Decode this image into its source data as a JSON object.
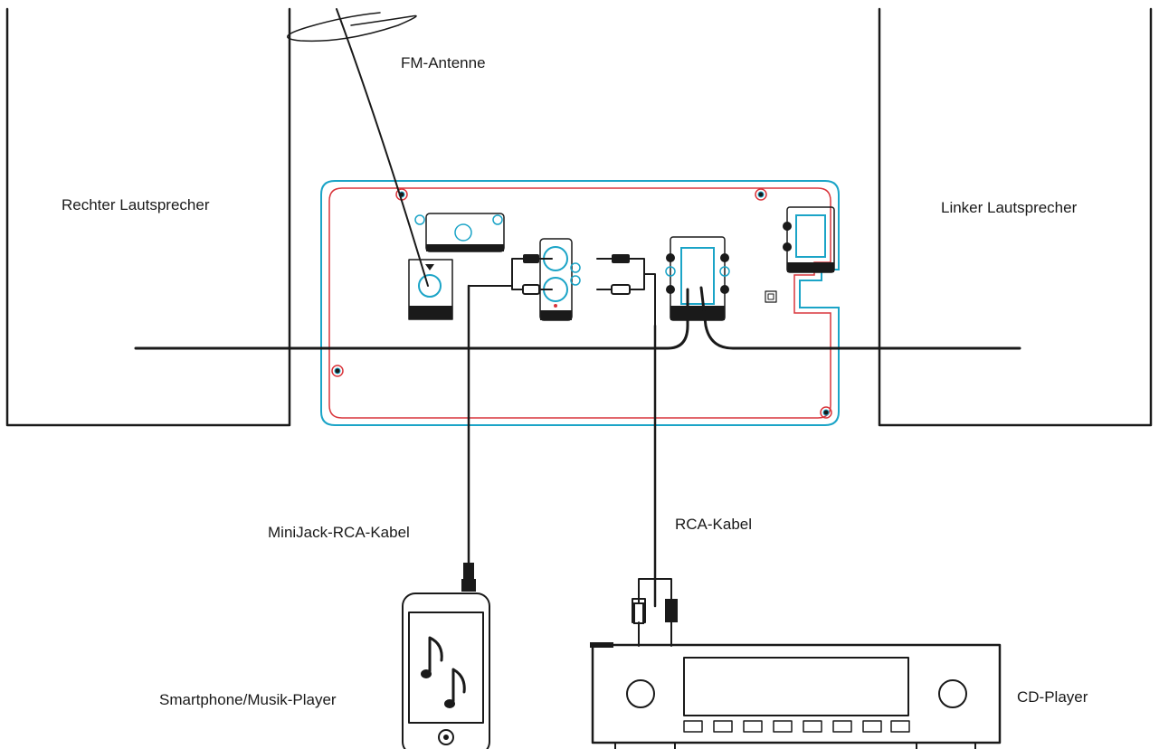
{
  "labels": {
    "fm_antenna": "FM-Antenne",
    "right_speaker": "Rechter Lautsprecher",
    "left_speaker": "Linker Lautsprecher",
    "minijack_cable": "MiniJack-RCA-Kabel",
    "rca_cable": "RCA-Kabel",
    "smartphone": "Smartphone/Musik-Player",
    "cd_player": "CD-Player"
  },
  "colors": {
    "panel_outline": "#1ba4c7",
    "panel_inner": "#d9353b",
    "ink": "#1a1a1a"
  },
  "icons": {
    "music_note": "music-note-icon"
  }
}
